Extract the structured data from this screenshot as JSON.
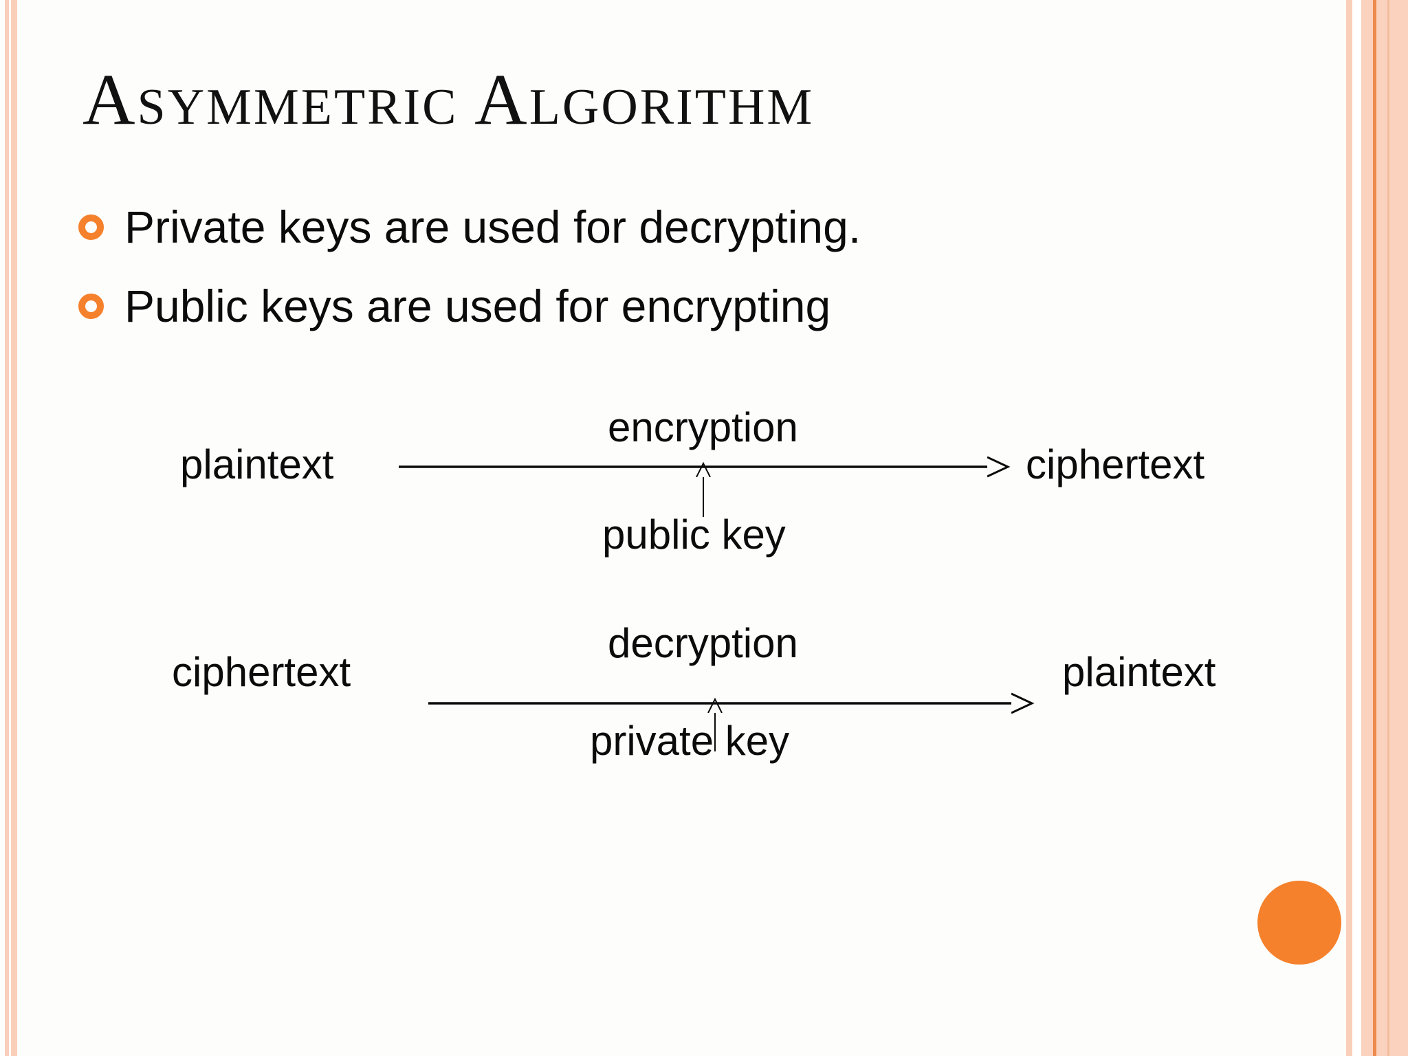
{
  "slide": {
    "title": "Asymmetric Algorithm",
    "bullets": [
      {
        "text": "Private keys are used for decrypting."
      },
      {
        "text": "Public keys are used for encrypting"
      }
    ],
    "diagram": {
      "row1": {
        "source": "plaintext",
        "process": "encryption",
        "key": "public key",
        "result": "ciphertext"
      },
      "row2": {
        "source": "ciphertext",
        "process": "decryption",
        "key": "private key",
        "result": "plaintext"
      }
    }
  },
  "colors": {
    "accent_orange": "#F5812C",
    "stripe_light": "#F8CEBC",
    "stripe_band": "#FACFB9",
    "stripe_wide": "#FBD2BE",
    "stripe_dark": "#ED8A4C",
    "stripe_mid": "#F3BD9D",
    "slide_bg": "#FDFDFC",
    "text_ink": "#0B0B0B"
  }
}
